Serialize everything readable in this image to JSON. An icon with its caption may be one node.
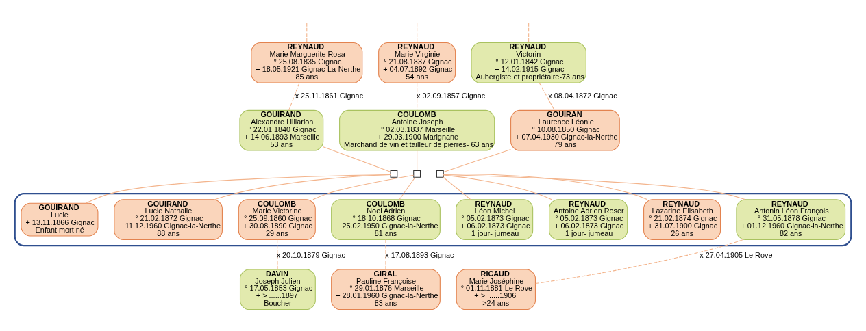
{
  "diagram": {
    "nodes": [
      {
        "text": [
          "REYNAUD",
          "Marie Marguerite Rosa",
          "° 25.08.1835 Gignac",
          "+ 18.05.1921 Gignac-La-Nerthe",
          "85 ans"
        ]
      },
      {
        "text": [
          "REYNAUD",
          "Marie Virginie",
          "° 21.08.1837 Gignac",
          "+ 04.07.1892 Gignac",
          "54 ans"
        ]
      },
      {
        "text": [
          "REYNAUD",
          "Victorin",
          "° 12.01.1842 Gignac",
          "+ 14.02.1915 Gignac",
          "Aubergiste et propriétaire-73 ans"
        ]
      },
      {
        "text": [
          "GOUIRAND",
          "Alexandre Hillarion",
          "° 22.01.1840 Gignac",
          "+ 14.06.1893 Marseille",
          "53 ans"
        ]
      },
      {
        "text": [
          "COULOMB",
          "Antoine Joseph",
          "° 02.03.1837 Marseille",
          "+ 29.03.1900 Marignane",
          "Marchand de vin et tailleur de pierres- 63 ans"
        ]
      },
      {
        "text": [
          "GOUIRAN",
          "Laurence Léonie",
          "° 10.08.1850 Gignac",
          "+ 07.04.1930 Gignac-la-Nerthe",
          "79 ans"
        ]
      },
      {
        "text": [],
        "shape": "box"
      },
      {
        "text": [],
        "shape": "box"
      },
      {
        "text": [],
        "shape": "box"
      },
      {
        "text": [],
        "shape": "box"
      },
      {
        "text": [
          "GOUIRAND",
          "Lucie",
          "+ 13.11.1866 Gignac",
          "Enfant mort né"
        ],
        "in": 9
      },
      {
        "text": [
          "GOUIRAND",
          "Lucie Nathalie",
          "° 21.02.1872 Gignac",
          "+ 11.12.1960 Gignac-la-Nerthe",
          "88 ans"
        ],
        "in": 9
      },
      {
        "text": [
          "COULOMB",
          "Marie Victorine",
          "° 25.09.1860 Gignac",
          "+ 30.08.1890 Gignac",
          "29 ans"
        ],
        "in": 9
      },
      {
        "text": [
          "COULOMB",
          "Noel Adrien",
          "° 18.10.1868 Gignac",
          "+ 25.02.1950 Gignac-la-Nerthe",
          "81 ans"
        ],
        "in": 9
      },
      {
        "text": [
          "REYNAUD",
          "Léon Michel",
          "° 05.02.1873 Gignac",
          "+ 06.02.1873 Gignac",
          "1 jour- jumeau"
        ],
        "in": 9
      },
      {
        "text": [
          "REYNAUD",
          "Antoine Adrien Roser",
          "° 05.02.1873 Gignac",
          "+ 06.02.1873 Gignac",
          "1 jour- jumeau"
        ],
        "in": 9
      },
      {
        "text": [
          "REYNAUD",
          "Lazarine Elisabeth",
          "° 21.02.1874 Gignac",
          "+ 31.07.1900 Gignac",
          "26 ans"
        ],
        "in": 9
      },
      {
        "text": [
          "REYNAUD",
          "Antonin Léon François",
          "° 31.05.1878 Gignac",
          "+ 01.12.1960 Gignac-la-Nerthe",
          "82 ans"
        ],
        "in": 9
      },
      {
        "text": [
          "DAVIN",
          "Joseph Julien",
          "° 17.05.1853 Gignac",
          "+ > ......1897",
          "Boucher"
        ]
      },
      {
        "text": [
          "GIRAL",
          "Pauline Françoise",
          "° 29.01.1876 Marseille",
          "+ 28.01.1960 Gignac-la-Nerthe",
          "83 ans"
        ]
      },
      {
        "text": [
          "RICAUD",
          "Marie Joséphine",
          "° 01.11.1881 Le Rove",
          "+ > ......1906",
          ">24 ans"
        ]
      }
    ],
    "edges": [
      {
        "from": null,
        "to": 0,
        "arrow": "none",
        "style": "dashed"
      },
      {
        "from": null,
        "to": 1,
        "arrow": "none",
        "style": "dashed"
      },
      {
        "from": null,
        "to": 2,
        "arrow": "none",
        "style": "dashed"
      },
      {
        "from": 0,
        "to": 3,
        "arrow": "none",
        "style": "dashed",
        "label": "x 25.11.1861 Gignac"
      },
      {
        "from": 1,
        "to": 4,
        "arrow": "none",
        "style": "dashed",
        "label": "x 02.09.1857 Gignac"
      },
      {
        "from": 2,
        "to": 5,
        "arrow": "none",
        "style": "dashed",
        "label": "x 08.04.1872 Gignac"
      },
      {
        "from": 3,
        "to": 6,
        "arrow": "none"
      },
      {
        "from": 4,
        "to": 7,
        "arrow": "none"
      },
      {
        "from": 5,
        "to": 8,
        "arrow": "none"
      },
      {
        "from": 6,
        "to": 10,
        "arrow": "none"
      },
      {
        "from": 6,
        "to": 11,
        "arrow": "none"
      },
      {
        "from": 7,
        "to": 12,
        "arrow": "none"
      },
      {
        "from": 7,
        "to": 13,
        "arrow": "none"
      },
      {
        "from": 8,
        "to": 14,
        "arrow": "none"
      },
      {
        "from": 8,
        "to": 15,
        "arrow": "none"
      },
      {
        "from": 8,
        "to": 16,
        "arrow": "none"
      },
      {
        "from": 8,
        "to": 17,
        "arrow": "none"
      },
      {
        "from": 12,
        "to": 18,
        "arrow": "none",
        "style": "dashed",
        "label": "x 20.10.1879 Gignac"
      },
      {
        "from": 13,
        "to": 19,
        "arrow": "none",
        "style": "dashed",
        "label": "x 17.08.1893 Gignac"
      },
      {
        "from": 17,
        "to": 20,
        "arrow": "none",
        "style": "dashed",
        "label": "x 27.04.1905 Le Rove"
      }
    ]
  }
}
